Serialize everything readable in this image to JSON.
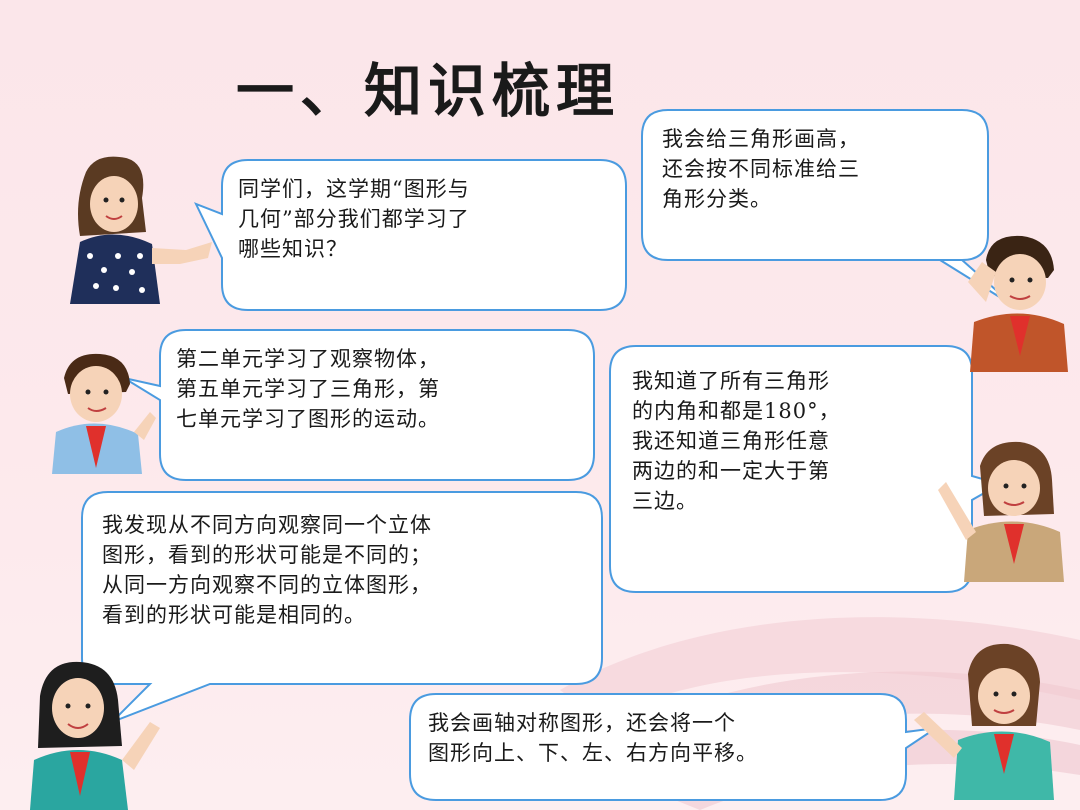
{
  "title": "一、知识梳理",
  "bubbles": {
    "teacher": "同学们，这学期“图形与\n几何”部分我们都学习了\n哪些知识？",
    "triangle_height": "我会给三角形画高，\n还会按不同标准给三\n角形分类。",
    "units": "第二单元学习了观察物体，\n第五单元学习了三角形，第\n七单元学习了图形的运动。",
    "angles": "我知道了所有三角形\n的内角和都是180°，\n我还知道三角形任意\n两边的和一定大于第\n三边。",
    "observe": "我发现从不同方向观察同一个立体\n图形，看到的形状可能是不同的；\n从同一方向观察不同的立体图形，\n看到的形状可能是相同的。",
    "symmetry": "我会画轴对称图形，还会将一个\n图形向上、下、左、右方向平移。"
  },
  "colors": {
    "background": "#fbe6ea",
    "bubble_border": "#4a9be0",
    "bubble_fill": "#ffffff",
    "title": "#1a1a1a"
  }
}
